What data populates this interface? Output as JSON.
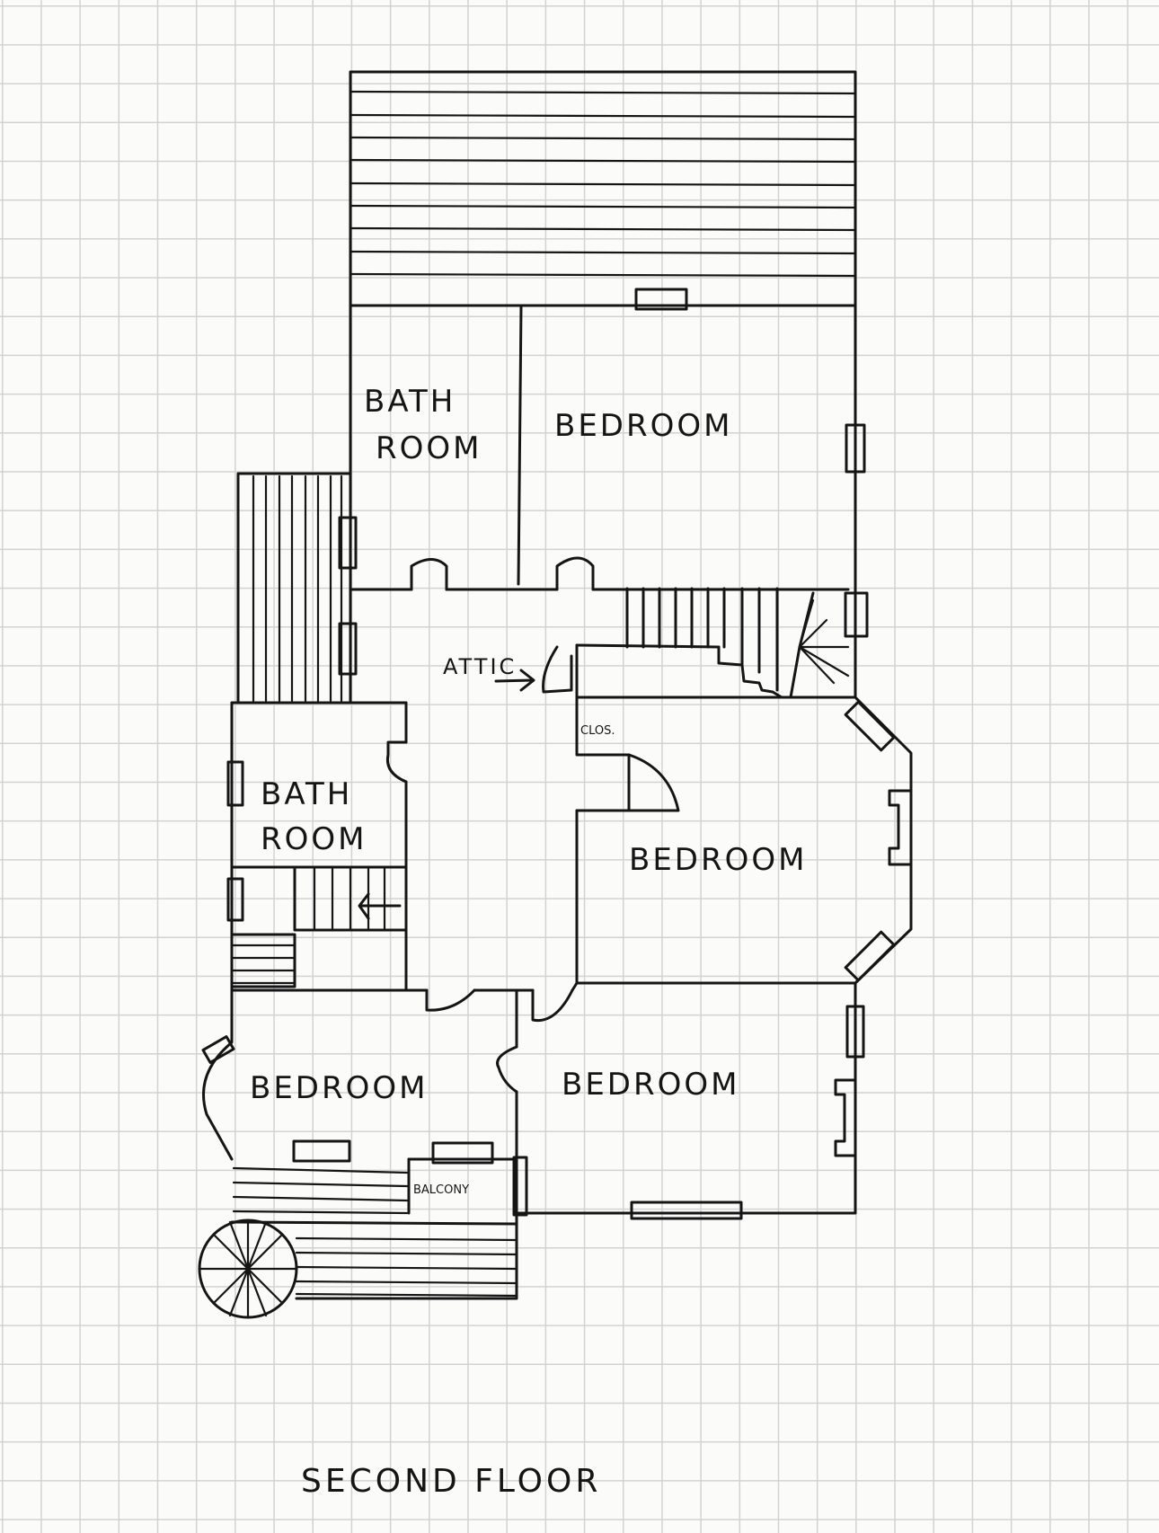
{
  "rooms": {
    "top_bathroom": [
      "BATH",
      "ROOM"
    ],
    "top_bedroom": "BEDROOM",
    "attic": "ATTIC",
    "closet": "CLOS.",
    "left_bathroom": [
      "BATH",
      "ROOM"
    ],
    "right_bedroom": "BEDROOM",
    "bottom_left_bedroom": "BEDROOM",
    "bottom_right_bedroom": "BEDROOM",
    "balcony": "BALCONY"
  },
  "caption": "SECOND FLOOR",
  "colors": {
    "ink": "#151515",
    "paper": "#fbfbfa",
    "grid": "#d2d2d2"
  }
}
